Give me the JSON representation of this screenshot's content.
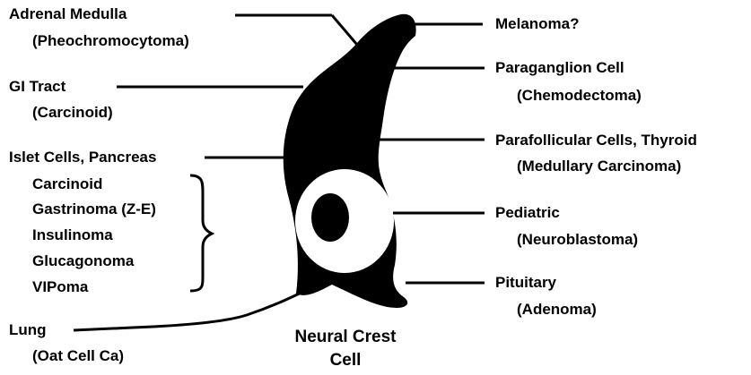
{
  "diagram": {
    "center_title": [
      "Neural Crest",
      "Cell"
    ],
    "left": {
      "adrenal": {
        "title": "Adrenal Medulla",
        "sub": "(Pheochromocytoma)"
      },
      "gi": {
        "title": "GI Tract",
        "sub": "(Carcinoid)"
      },
      "islet": {
        "title": "Islet Cells, Pancreas",
        "items": [
          "Carcinoid",
          "Gastrinoma (Z-E)",
          "Insulinoma",
          "Glucagonoma",
          "VIPoma"
        ]
      },
      "lung": {
        "title": "Lung",
        "sub": "(Oat Cell Ca)"
      }
    },
    "right": {
      "melanoma": {
        "title": "Melanoma?"
      },
      "paraganglion": {
        "title": "Paraganglion Cell",
        "sub": "(Chemodectoma)"
      },
      "parafollicular": {
        "title": "Parafollicular Cells, Thyroid",
        "sub": "(Medullary Carcinoma)"
      },
      "pediatric": {
        "title": "Pediatric",
        "sub": "(Neuroblastoma)"
      },
      "pituitary": {
        "title": "Pituitary",
        "sub": "(Adenoma)"
      }
    },
    "colors": {
      "ink": "#000000",
      "cytoplasm": "#000000",
      "nucleus_ring": "#ffffff"
    }
  }
}
